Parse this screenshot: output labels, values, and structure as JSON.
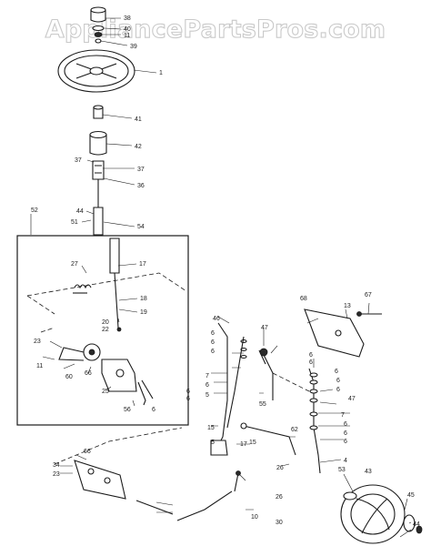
{
  "watermark": "AppliancePartsPros.com",
  "labels": [
    "38",
    "40",
    "11",
    "39",
    "1",
    "41",
    "42",
    "37",
    "37",
    "36",
    "44",
    "51",
    "54",
    "52",
    "17",
    "27",
    "18",
    "19",
    "20",
    "22",
    "23",
    "11",
    "60",
    "66",
    "25",
    "56",
    "6",
    "68",
    "13",
    "67",
    "46",
    "47",
    "6",
    "6",
    "6",
    "7",
    "6",
    "5",
    "55",
    "15",
    "6",
    "6",
    "6",
    "47",
    "6",
    "6",
    "7",
    "6",
    "6",
    "6",
    "17",
    "4",
    "6",
    "6",
    "53",
    "66",
    "34",
    "23",
    "62",
    "5",
    "15",
    "26",
    "43",
    "45",
    "44",
    "26",
    "30",
    "10"
  ]
}
